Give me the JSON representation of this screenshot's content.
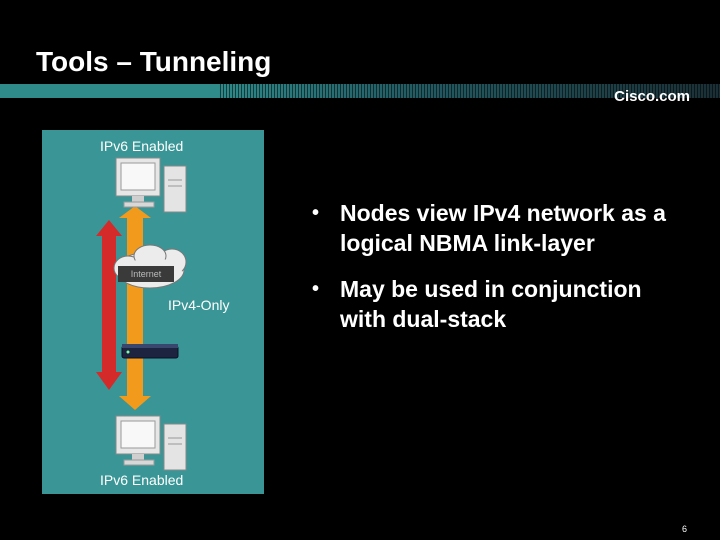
{
  "slide": {
    "title": "Tools – Tunneling",
    "brand": "Cisco.com",
    "page_number": "6"
  },
  "diagram": {
    "top_label": "IPv6 Enabled",
    "bottom_label": "IPv6 Enabled",
    "network_label": "IPv4-Only",
    "cloud_label": "Internet",
    "colors": {
      "panel": "#3a9696",
      "arrow_red": "#d42a2a",
      "arrow_orange": "#f29a1c"
    }
  },
  "bullets": [
    "Nodes view IPv4 network as a logical NBMA link-layer",
    "May be used in conjunction with dual-stack"
  ]
}
